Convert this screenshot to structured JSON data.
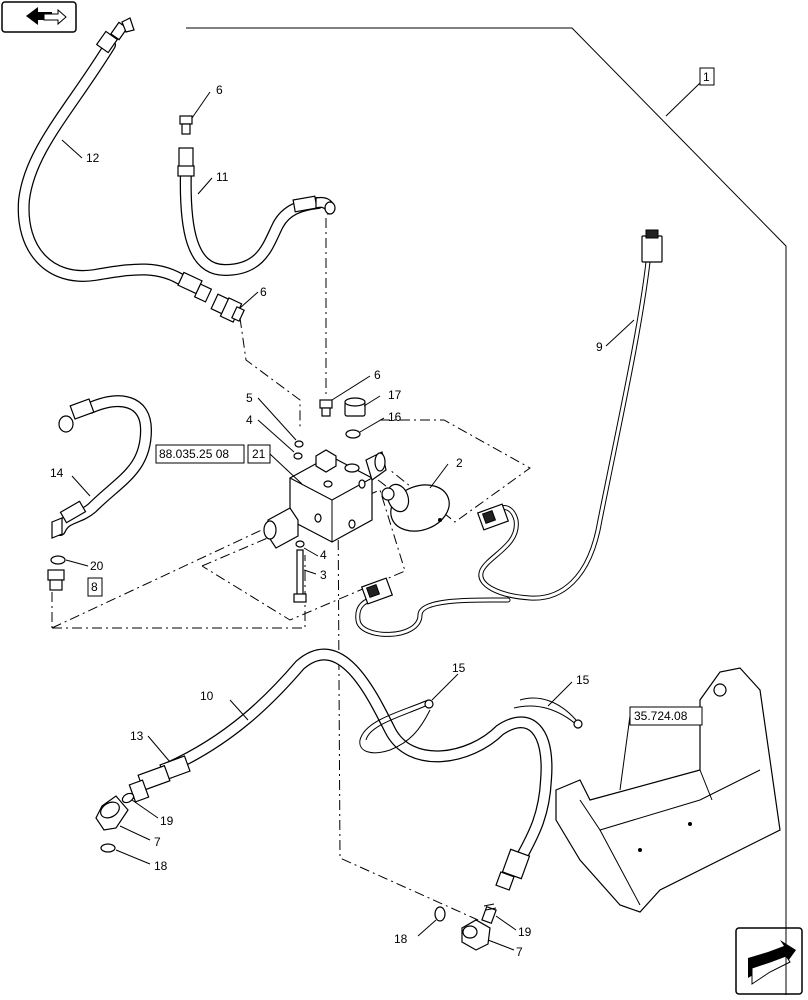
{
  "callouts": {
    "c1": "1",
    "c2": "2",
    "c3": "3",
    "c4a": "4",
    "c4b": "4",
    "c5": "5",
    "c6a": "6",
    "c6b": "6",
    "c6c": "6",
    "c7a": "7",
    "c7b": "7",
    "c8": "8",
    "c9": "9",
    "c10": "10",
    "c11": "11",
    "c12": "12",
    "c13": "13",
    "c14": "14",
    "c15a": "15",
    "c15b": "15",
    "c16": "16",
    "c17": "17",
    "c18a": "18",
    "c18b": "18",
    "c19a": "19",
    "c19b": "19",
    "c20": "20",
    "c21": "21"
  },
  "references": {
    "ref_88": "88.035.25 08",
    "ref_35": "35.724.08"
  },
  "icons": {
    "top_left": "navigate-previous-arrow-icon",
    "bottom_right": "navigate-next-arrow-icon"
  }
}
